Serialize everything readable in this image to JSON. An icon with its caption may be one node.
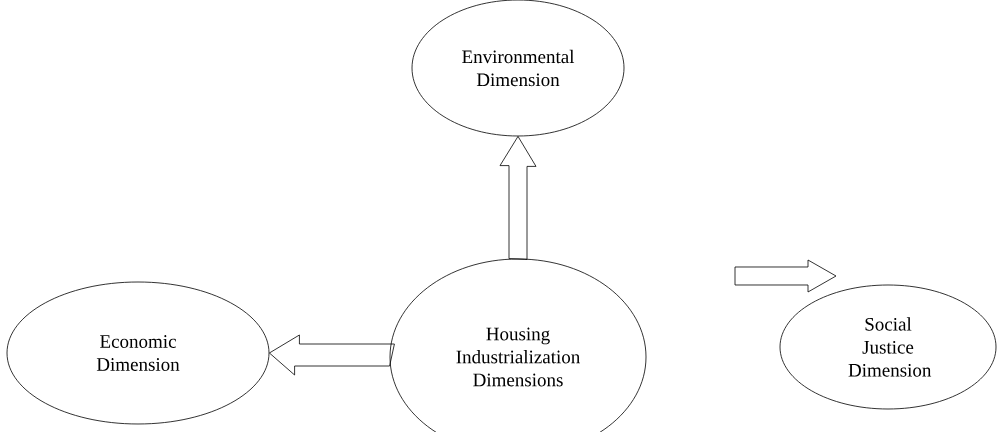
{
  "diagram": {
    "nodes": [
      {
        "text": [
          "Environmental Dimension"
        ]
      },
      {
        "text": [
          "Economic Dimension"
        ]
      },
      {
        "text": [
          "Housing Industrialization Dimensions"
        ]
      },
      {
        "text": [
          "Social Justice Dimension"
        ]
      }
    ],
    "edges": [
      {
        "from": 2,
        "to": 0,
        "arrow": "to"
      },
      {
        "from": 2,
        "to": 1,
        "arrow": "to"
      }
    ]
  }
}
